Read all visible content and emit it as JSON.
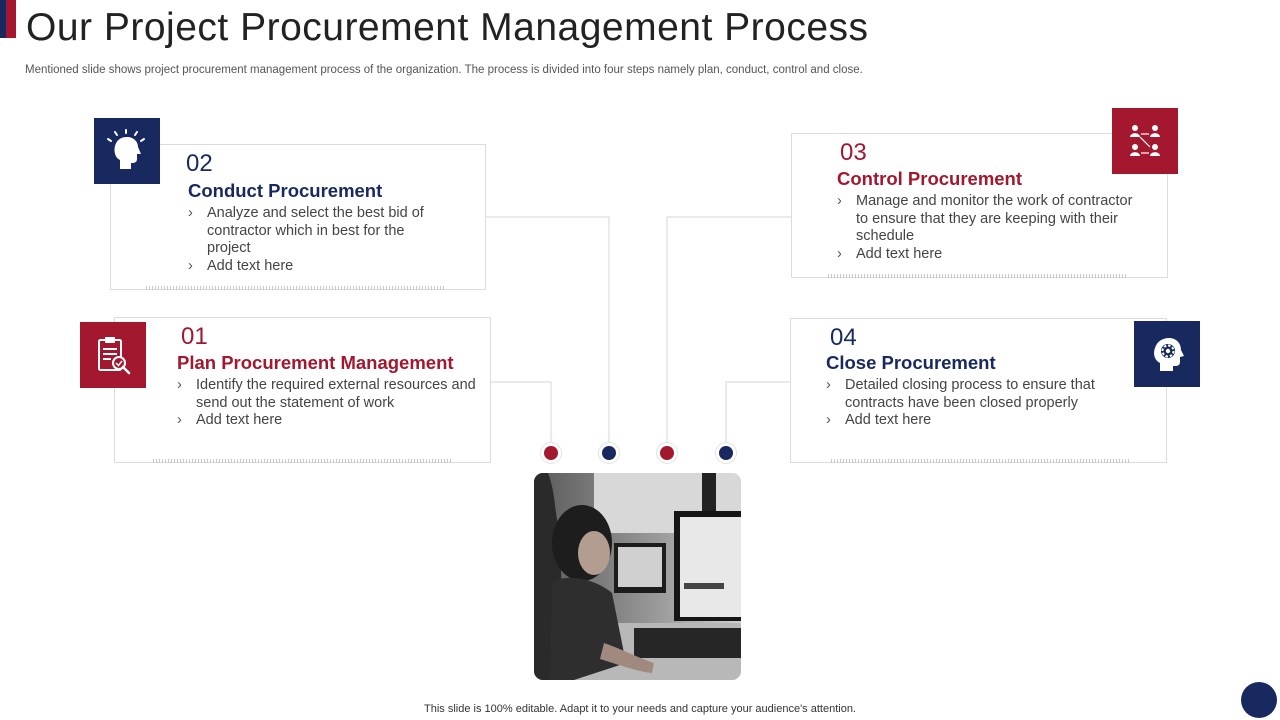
{
  "slide": {
    "title": "Our Project Procurement Management Process",
    "subtitle": "Mentioned slide shows project procurement management process of the organization. The process is divided into four steps namely plan, conduct, control and close.",
    "footer": "This slide is 100% editable. Adapt it to your needs and capture your audience's attention."
  },
  "steps": [
    {
      "number": "01",
      "title": "Plan Procurement Management",
      "bullets": [
        "Identify the required external resources and send out the statement of work",
        "Add text here"
      ],
      "icon": "clipboard-check-icon",
      "color": "#a3182e"
    },
    {
      "number": "02",
      "title": "Conduct Procurement",
      "bullets": [
        "Analyze and select the best bid of contractor which in best for the project",
        "Add text here"
      ],
      "icon": "idea-head-icon",
      "color": "#17295f"
    },
    {
      "number": "03",
      "title": "Control Procurement",
      "bullets": [
        "Manage and monitor the work of contractor to ensure that they are keeping with their schedule",
        "Add text here"
      ],
      "icon": "team-network-icon",
      "color": "#a3182e"
    },
    {
      "number": "04",
      "title": "Close Procurement",
      "bullets": [
        "Detailed closing process to ensure that contracts have been closed properly",
        "Add text here"
      ],
      "icon": "gear-head-icon",
      "color": "#17295f"
    }
  ],
  "colors": {
    "navy": "#17295f",
    "red": "#a3182e",
    "connector": "#d6d6d6"
  }
}
